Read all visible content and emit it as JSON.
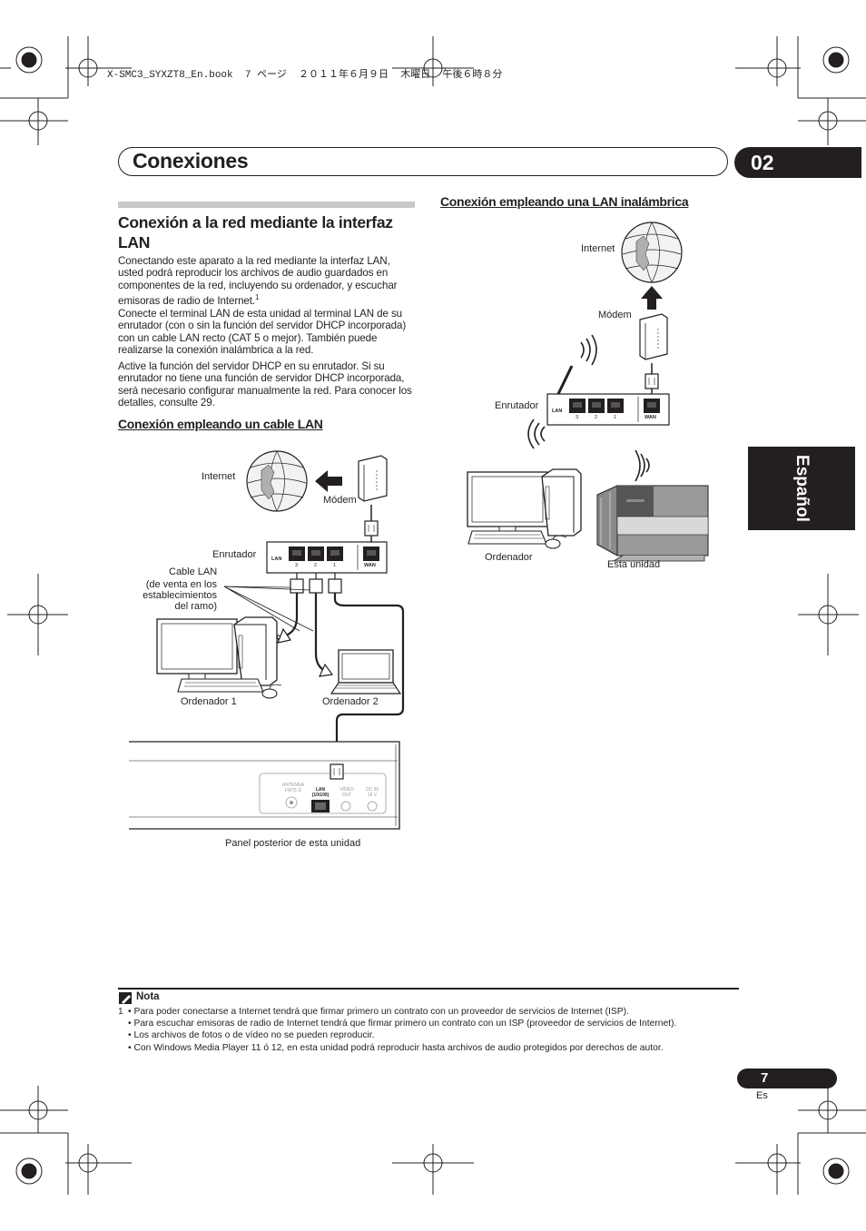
{
  "header": {
    "file_line": "X-SMC3_SYXZT8_En.book  7 ページ  ２０１１年６月９日  木曜日  午後６時８分"
  },
  "chapter": {
    "title": "Conexiones",
    "number": "02"
  },
  "side_tab": {
    "language": "Español"
  },
  "section_lan": {
    "heading": "Conexión a la red mediante la interfaz LAN",
    "paragraphs": [
      "Conectando este aparato a la red mediante la interfaz LAN, usted podrá reproducir los archivos de audio guardados en componentes de la red, incluyendo su ordenador, y escuchar emisoras de radio de Internet.",
      "Conecte el terminal LAN de esta unidad al terminal LAN de su enrutador (con o sin la función del servidor DHCP incorporada) con un cable LAN recto (CAT 5 o mejor). También puede realizarse la conexión inalámbrica a la red.",
      "Active la función del servidor DHCP en su enrutador. Si su enrutador no tiene una función de servidor DHCP incorporada, será necesario configurar manualmente la red. Para conocer los detalles, consulte 29."
    ],
    "footnote_mark": "1"
  },
  "wired": {
    "heading": "Conexión empleando un cable LAN",
    "labels": {
      "internet": "Internet",
      "modem": "Módem",
      "router": "Enrutador",
      "cable_title": "Cable LAN",
      "cable_desc": [
        "(de venta en los",
        "establecimientos",
        "del ramo)"
      ],
      "computer1": "Ordenador 1",
      "computer2": "Ordenador 2",
      "rear_panel": "Panel posterior de esta unidad"
    },
    "router_ports": {
      "lan": "LAN",
      "wan": "WAN",
      "numbers": [
        "3",
        "2",
        "1"
      ]
    },
    "panel_labels": {
      "antenna": [
        "ANTENNA",
        "FM75 Ω"
      ],
      "lan": [
        "LAN",
        "(10/100)"
      ],
      "video": [
        "VIDEO",
        "OUT"
      ],
      "dc": [
        "DC IN",
        "19 V"
      ]
    }
  },
  "wireless": {
    "heading": "Conexión empleando una LAN inalámbrica",
    "labels": {
      "internet": "Internet",
      "modem": "Módem",
      "router": "Enrutador",
      "computer": "Ordenador",
      "unit": "Esta unidad"
    },
    "router_ports": {
      "lan": "LAN",
      "wan": "WAN",
      "numbers": [
        "3",
        "2",
        "1"
      ]
    }
  },
  "note": {
    "title": "Nota",
    "number": "1",
    "items": [
      "• Para poder conectarse a Internet tendrá que firmar primero un contrato con un proveedor de servicios de Internet (ISP).",
      "• Para escuchar emisoras de radio de Internet tendrá que firmar primero un contrato con un ISP (proveedor de servicios de Internet).",
      "• Los archivos de fotos o de vídeo no se pueden reproducir.",
      "• Con Windows Media Player 11 ó 12, en esta unidad podrá reproducir hasta archivos de audio protegidos por derechos de autor."
    ]
  },
  "page": {
    "number": "7",
    "lang": "Es"
  }
}
